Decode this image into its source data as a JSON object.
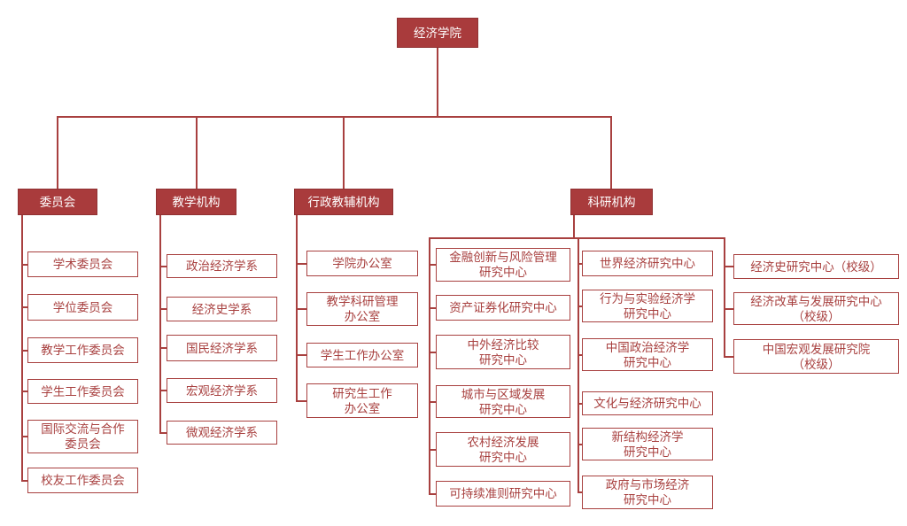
{
  "colors": {
    "node_fill": "#a93b3c",
    "line": "#a8403f",
    "child_text": "#a8403f",
    "header_text": "#ffffff",
    "background": "#ffffff"
  },
  "root": {
    "label": "经济学院"
  },
  "branches": [
    {
      "label": "委员会",
      "children": [
        "学术委员会",
        "学位委员会",
        "教学工作委员会",
        "学生工作委员会",
        "国际交流与合作\n委员会",
        "校友工作委员会"
      ]
    },
    {
      "label": "教学机构",
      "children": [
        "政治经济学系",
        "经济史学系",
        "国民经济学系",
        "宏观经济学系",
        "微观经济学系"
      ]
    },
    {
      "label": "行政教辅机构",
      "children": [
        "学院办公室",
        "教学科研管理\n办公室",
        "学生工作办公室",
        "研究生工作\n办公室"
      ]
    },
    {
      "label": "科研机构",
      "columns": [
        [
          "金融创新与风险管理\n研究中心",
          "资产证券化研究中心",
          "中外经济比较\n研究中心",
          "城市与区域发展\n研究中心",
          "农村经济发展\n研究中心",
          "可持续准则研究中心"
        ],
        [
          "世界经济研究中心",
          "行为与实验经济学\n研究中心",
          "中国政治经济学\n研究中心",
          "文化与经济研究中心",
          "新结构经济学\n研究中心",
          "政府与市场经济\n研究中心"
        ],
        [
          "经济史研究中心（校级）",
          "经济改革与发展研究中心\n（校级）",
          "中国宏观发展研究院\n（校级）"
        ]
      ]
    }
  ]
}
